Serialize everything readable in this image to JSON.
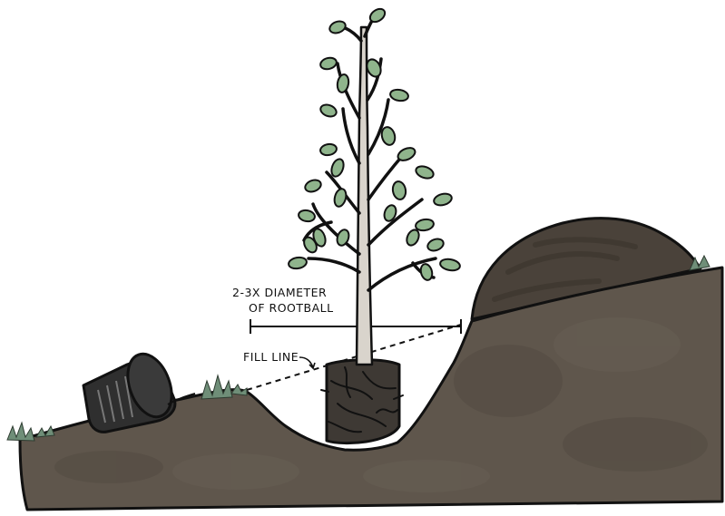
{
  "labels": {
    "diameter_line1": "2-3X DIAMETER",
    "diameter_line2": "OF ROOTBALL",
    "fill_line": "FILL LINE"
  },
  "colors": {
    "soil": "#5f564c",
    "soil_dark": "#4c443b",
    "soil_mound": "#4a423a",
    "outline": "#111111",
    "leaf": "#8fb48c",
    "leaf_dark": "#5d7f5b",
    "grass": "#6f8e78",
    "trunk": "#d9d4cc",
    "rootball": "#3e3934",
    "pot": "#2f2f2f"
  },
  "icons": {
    "pot": "plastic-nursery-pot-icon",
    "tree": "young-tree-icon",
    "rootball": "rootball-icon"
  }
}
